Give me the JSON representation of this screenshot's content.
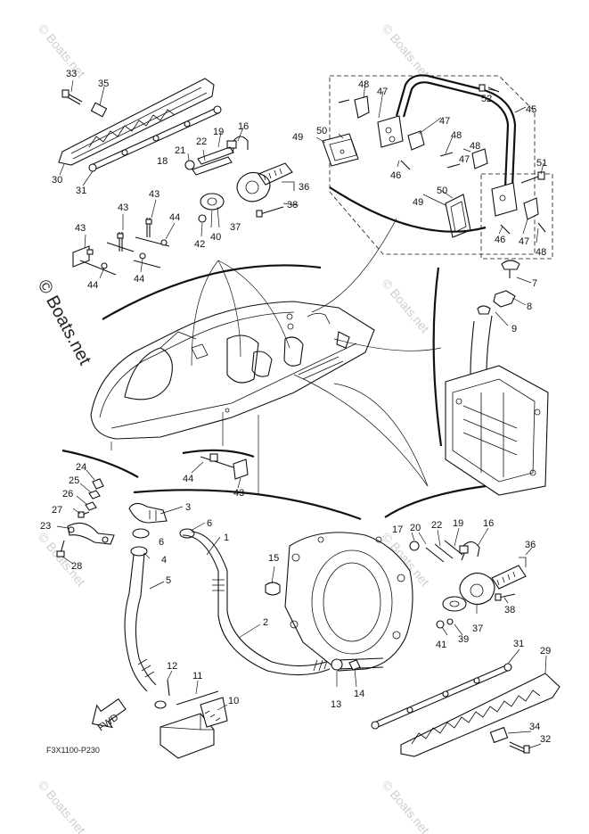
{
  "watermark": {
    "small": "© Boats.net",
    "big": "© Boats.net"
  },
  "diagram_code": "F3X1100-P230",
  "fwd_label": "FWD",
  "callouts": {
    "c1": "1",
    "c2": "2",
    "c3": "3",
    "c4": "4",
    "c5": "5",
    "c6a": "6",
    "c6b": "6",
    "c7": "7",
    "c8": "8",
    "c9": "9",
    "c10": "10",
    "c11": "11",
    "c12": "12",
    "c13": "13",
    "c14": "14",
    "c15": "15",
    "c16a": "16",
    "c16b": "16",
    "c17": "17",
    "c18": "18",
    "c19a": "19",
    "c19b": "19",
    "c20": "20",
    "c21": "21",
    "c22a": "22",
    "c22b": "22",
    "c23": "23",
    "c24": "24",
    "c25": "25",
    "c26": "26",
    "c27": "27",
    "c28": "28",
    "c29": "29",
    "c30": "30",
    "c31a": "31",
    "c31b": "31",
    "c32": "32",
    "c33": "33",
    "c34": "34",
    "c35": "35",
    "c36a": "36",
    "c36b": "36",
    "c37a": "37",
    "c37b": "37",
    "c38a": "38",
    "c38b": "38",
    "c39": "39",
    "c40": "40",
    "c41": "41",
    "c42": "42",
    "c43a": "43",
    "c43b": "43",
    "c43c": "43",
    "c43d": "43",
    "c44a": "44",
    "c44b": "44",
    "c44c": "44",
    "c44d": "44",
    "c45": "45",
    "c46a": "46",
    "c46b": "46",
    "c47a": "47",
    "c47b": "47",
    "c47c": "47",
    "c47d": "47",
    "c48a": "48",
    "c48b": "48",
    "c48c": "48",
    "c48d": "48",
    "c49a": "49",
    "c49b": "49",
    "c50a": "50",
    "c50b": "50",
    "c51": "51",
    "c52": "52"
  }
}
